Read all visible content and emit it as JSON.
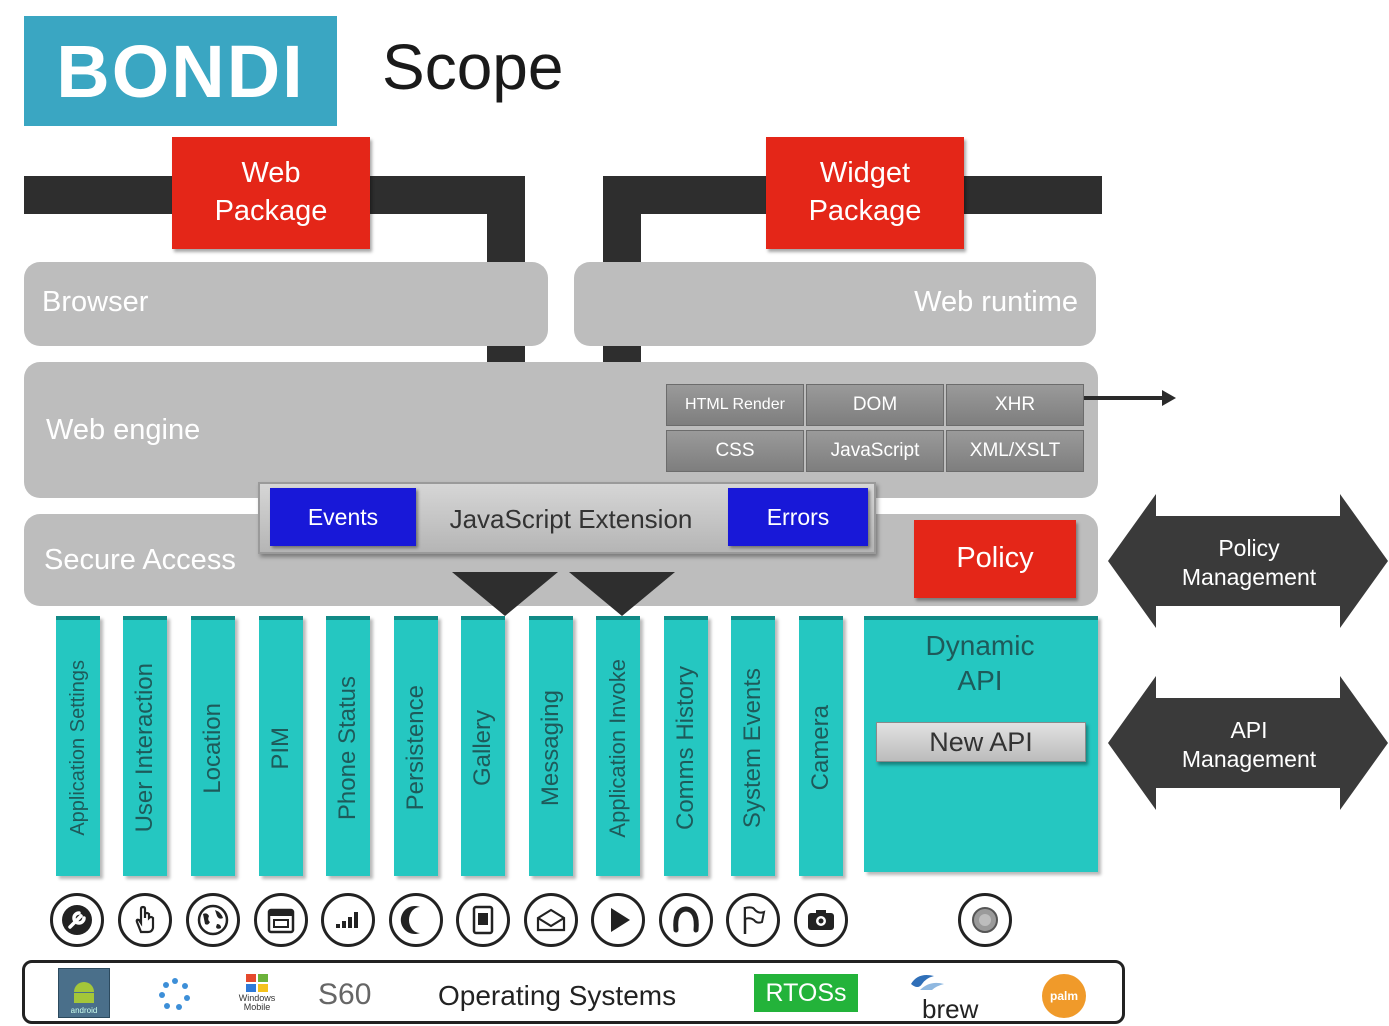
{
  "title": {
    "logo": "BONDI",
    "scope": "Scope"
  },
  "packages": {
    "web": "Web Package",
    "widget": "Widget Package"
  },
  "layers": {
    "browser": "Browser",
    "web_runtime": "Web runtime",
    "web_engine": "Web engine",
    "secure_access": "Secure Access"
  },
  "engine_components": [
    "HTML Render",
    "DOM",
    "XHR",
    "CSS",
    "JavaScript",
    "XML/XSLT"
  ],
  "js_extension": {
    "label": "JavaScript Extension",
    "events": "Events",
    "errors": "Errors"
  },
  "policy": "Policy",
  "apis": [
    "Application Settings",
    "User Interaction",
    "Location",
    "PIM",
    "Phone Status",
    "Persistence",
    "Gallery",
    "Messaging",
    "Application Invoke",
    "Comms History",
    "System Events",
    "Camera"
  ],
  "dynamic_api": {
    "title": "Dynamic API",
    "new_api": "New API"
  },
  "management": {
    "policy": "Policy Management",
    "api": "API Management"
  },
  "icons": [
    "wrench-icon",
    "hand-icon",
    "globe-icon",
    "calendar-icon",
    "signal-icon",
    "moon-icon",
    "picture-icon",
    "envelope-icon",
    "play-icon",
    "phone-icon",
    "flag-icon",
    "camera-icon",
    "gear-icon"
  ],
  "os": {
    "label": "Operating Systems",
    "s60": "S60",
    "rtos": "RTOSs",
    "brew": "brew",
    "windows_mobile": "Windows Mobile",
    "android_caption": "android",
    "palm": "palm"
  },
  "colors": {
    "accent": "#3aa6c2",
    "red": "#e42618",
    "blue": "#1818d8",
    "teal": "#25c7c1",
    "gray": "#bdbdbd"
  }
}
